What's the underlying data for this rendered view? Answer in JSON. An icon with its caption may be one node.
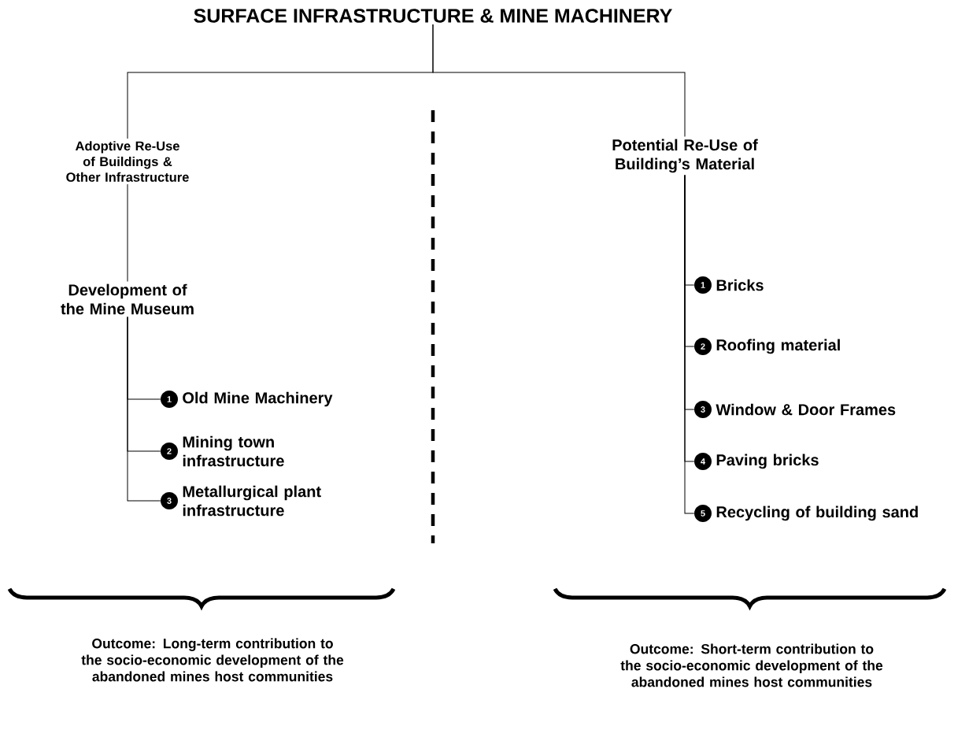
{
  "diagram": {
    "nodes": [
      {
        "text": [
          "SURFACE INFRASTRUCTURE & MINE MACHINERY"
        ]
      },
      {
        "text": [
          "Adoptive Re-Use of Buildings & Other Infrastructure"
        ]
      },
      {
        "text": [
          "Potential Re-Use of Building’s Material"
        ]
      },
      {
        "text": [
          "Development of the Mine Museum"
        ]
      },
      {
        "text": [
          "1"
        ],
        "beside": [
          "Old Mine Machinery"
        ]
      },
      {
        "text": [
          "2"
        ],
        "beside": [
          "Mining town infrastructure"
        ]
      },
      {
        "text": [
          "3"
        ],
        "beside": [
          "Metallurgical plant infrastructure"
        ]
      },
      {
        "text": [
          "1"
        ],
        "beside": [
          "Bricks"
        ]
      },
      {
        "text": [
          "2"
        ],
        "beside": [
          "Roofing material"
        ]
      },
      {
        "text": [
          "3"
        ],
        "beside": [
          "Window & Door Frames"
        ]
      },
      {
        "text": [
          "4"
        ],
        "beside": [
          "Paving bricks"
        ]
      },
      {
        "text": [
          "5"
        ],
        "beside": [
          "Recycling of building sand"
        ]
      }
    ],
    "edges": [
      {
        "from": 0,
        "to": 1,
        "arrow": "none"
      },
      {
        "from": 0,
        "to": 2,
        "arrow": "none"
      },
      {
        "from": 1,
        "to": 3,
        "arrow": "none"
      },
      {
        "from": 3,
        "to": 4,
        "arrow": "none"
      },
      {
        "from": 3,
        "to": 5,
        "arrow": "none"
      },
      {
        "from": 3,
        "to": 6,
        "arrow": "none"
      },
      {
        "from": 2,
        "to": 7,
        "arrow": "none"
      },
      {
        "from": 2,
        "to": 8,
        "arrow": "none"
      },
      {
        "from": 2,
        "to": 9,
        "arrow": "none"
      },
      {
        "from": 2,
        "to": 10,
        "arrow": "none"
      },
      {
        "from": 2,
        "to": 11,
        "arrow": "none"
      }
    ],
    "labels": [
      "Outcome: Long-term contribution to the socio-economic development of the abandoned mines host communities",
      "Outcome: Short-term contribution to the socio-economic development of the abandoned mines host communities"
    ]
  }
}
